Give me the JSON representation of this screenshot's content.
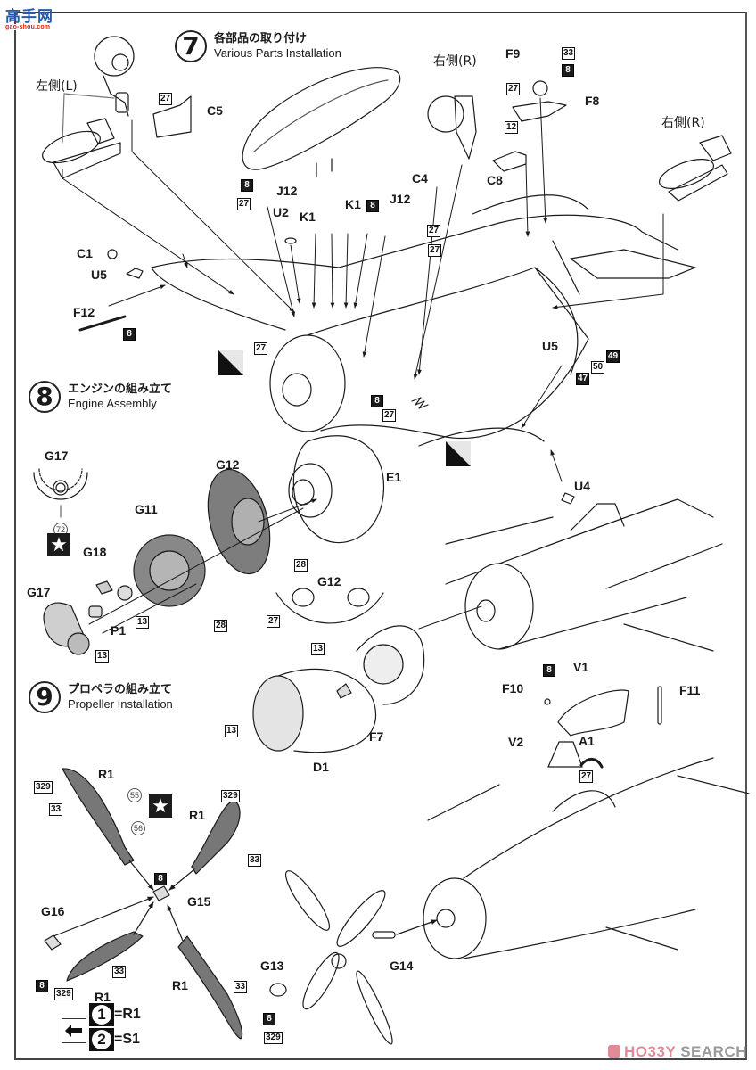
{
  "site_logo": {
    "text": "高手网",
    "url_text": "gao-shou.com"
  },
  "steps": [
    {
      "number": "7",
      "title_jp": "各部品の取り付け",
      "title_en": "Various Parts Installation"
    },
    {
      "number": "8",
      "title_jp": "エンジンの組み立て",
      "title_en": "Engine Assembly"
    },
    {
      "number": "9",
      "title_jp": "プロペラの組み立て",
      "title_en": "Propeller Installation"
    }
  ],
  "step7": {
    "side_left": "左側(L)",
    "side_right_wheel": "右側(R)",
    "side_right_tank": "右側(R)",
    "parts": [
      "C5",
      "J12",
      "U2",
      "K1",
      "K1",
      "J12",
      "C4",
      "C1",
      "U5",
      "F12",
      "F9",
      "F8",
      "C8",
      "U5",
      "U4"
    ],
    "paint_codes": {
      "c5": "27",
      "j12_top": "8",
      "j12_bottom": "27",
      "k1": "8",
      "j12_right": "27",
      "c4": "27",
      "f12": "8",
      "wing_27": "27",
      "f9_a": "33",
      "f9_b": "8",
      "f8_a": "27",
      "f8_b": "12",
      "fuselage_8": "8",
      "fuselage_27": "27",
      "u5_a": "49",
      "u5_b": "50",
      "u5_c": "47"
    }
  },
  "step8": {
    "parts": [
      "G17",
      "G12",
      "E1",
      "G11",
      "G18",
      "G17",
      "P1",
      "G12"
    ],
    "paint_codes": {
      "g12": "28",
      "g11": "28",
      "g18": "13",
      "g17": "13",
      "g12_detail": "27",
      "d1_interior": "13",
      "f7": "13"
    },
    "decal_g17": "72",
    "cowling_parts": [
      "D1",
      "F7"
    ]
  },
  "step9": {
    "parts": [
      "V1",
      "F10",
      "F11",
      "V2",
      "A1",
      "R1",
      "R1",
      "R1",
      "R1",
      "G15",
      "G16",
      "G13",
      "G14"
    ],
    "paint_codes": {
      "f10": "8",
      "a1": "27",
      "r1_tl_tip": "329",
      "r1_tl_body": "33",
      "r1_tr_tip": "329",
      "r1_tr_body": "33",
      "r1_bl_body": "33",
      "r1_bl_tip": "329",
      "r1_br_body": "33",
      "r1_br_tip": "329",
      "g15": "8",
      "g16": "8",
      "g13_a": "8",
      "g13_b": "329"
    },
    "decals": {
      "a": "55",
      "b": "56"
    },
    "option_legend": [
      {
        "number": "1",
        "equals": "=R1"
      },
      {
        "number": "2",
        "equals": "=S1"
      }
    ]
  },
  "watermark": {
    "part1": "HO33Y",
    "part2": " SEARCH"
  }
}
